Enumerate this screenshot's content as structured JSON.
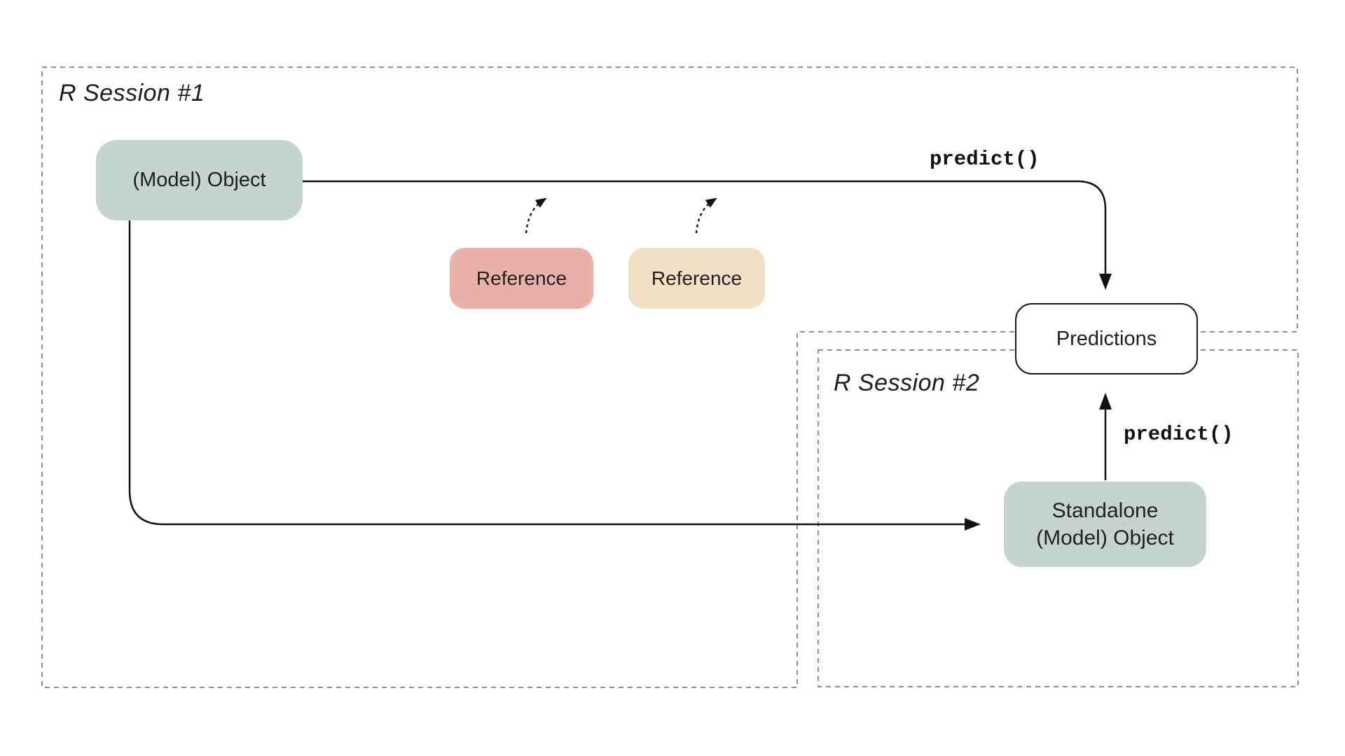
{
  "canvas": {
    "background": "#ffffff"
  },
  "sessions": [
    {
      "label": "R Session #1"
    },
    {
      "label": "R Session #2"
    }
  ],
  "nodes": {
    "model_object": {
      "label": "(Model) Object",
      "color": "#c5d4cc"
    },
    "reference_1": {
      "label": "Reference",
      "color": "#eab1a9"
    },
    "reference_2": {
      "label": "Reference",
      "color": "#f0e0c4"
    },
    "predictions": {
      "label": "Predictions",
      "color": "#ffffff"
    },
    "standalone_model_object": {
      "line1": "Standalone",
      "line2": "(Model) Object",
      "color": "#c5d4cc"
    }
  },
  "annotations": {
    "predict_top": "predict()",
    "predict_bottom": "predict()"
  },
  "style_colors": {
    "session_border": "#8f8f8f",
    "connector": "#111111",
    "text": "#1c1c1c"
  }
}
